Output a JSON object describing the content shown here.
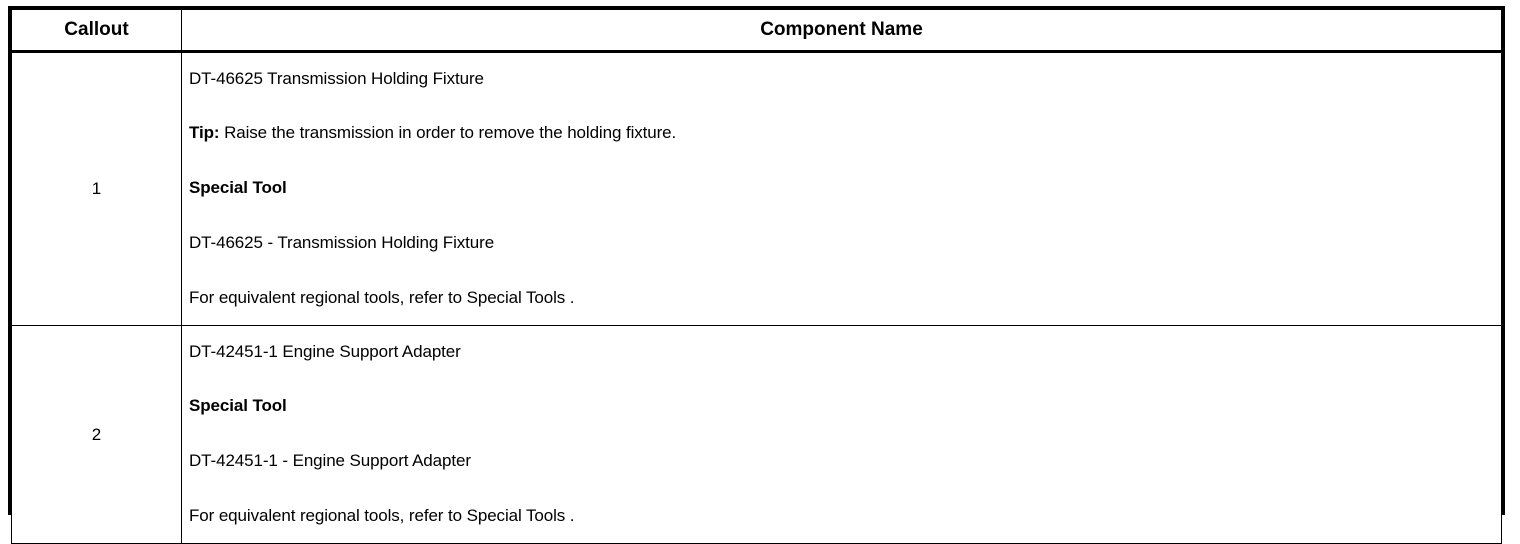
{
  "table": {
    "headers": {
      "callout": "Callout",
      "component_name": "Component Name"
    },
    "rows": [
      {
        "callout": "1",
        "paragraphs": [
          {
            "text": "DT-46625 Transmission Holding Fixture",
            "bold_lead": "",
            "bold": false
          },
          {
            "text": "Raise the transmission in order to remove the holding fixture.",
            "bold_lead": "Tip:",
            "bold": false
          },
          {
            "text": "Special Tool",
            "bold_lead": "",
            "bold": true
          },
          {
            "text": "DT-46625 - Transmission Holding Fixture",
            "bold_lead": "",
            "bold": false
          },
          {
            "text": "For equivalent regional tools, refer to Special Tools .",
            "bold_lead": "",
            "bold": false
          }
        ]
      },
      {
        "callout": "2",
        "paragraphs": [
          {
            "text": "DT-42451-1 Engine Support Adapter",
            "bold_lead": "",
            "bold": false
          },
          {
            "text": "Special Tool",
            "bold_lead": "",
            "bold": true
          },
          {
            "text": "DT-42451-1 - Engine Support Adapter",
            "bold_lead": "",
            "bold": false
          },
          {
            "text": "For equivalent regional tools, refer to Special Tools .",
            "bold_lead": "",
            "bold": false
          }
        ]
      }
    ]
  },
  "colors": {
    "border": "#000000",
    "text": "#000000",
    "background": "#ffffff"
  }
}
